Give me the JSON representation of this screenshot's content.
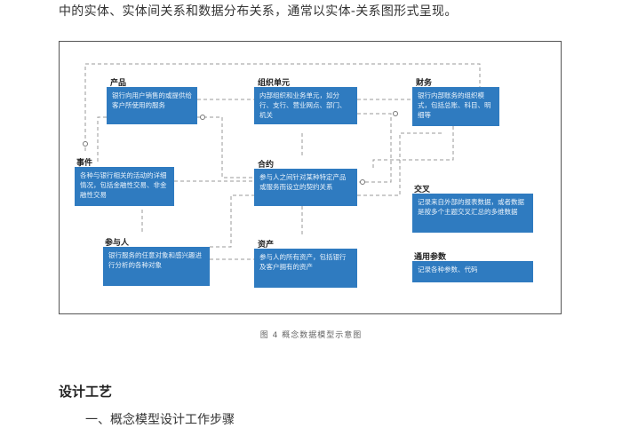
{
  "intro_text": "中的实体、实体间关系和数据分布关系，通常以实体-关系图形式呈现。",
  "entities": {
    "product": {
      "label": "产品",
      "desc": "银行向用户销售的或提供给客户所使用的服务"
    },
    "org": {
      "label": "组织单元",
      "desc": "内部组织和业务单元，如分行、支行、营业网点、部门、机关"
    },
    "finance": {
      "label": "财务",
      "desc": "银行内部账务的组织模式，包括总账、科目、明细等"
    },
    "event": {
      "label": "事件",
      "desc": "各种与银行相关的活动的详细情况，包括金融性交易、非金融性交易"
    },
    "contract": {
      "label": "合约",
      "desc": "参与人之间针对某种特定产品或服务而设立的契约关系"
    },
    "cross": {
      "label": "交叉",
      "desc": "记录来自外部的报表数据，或者数据是按多个主题交叉汇总的多维数据"
    },
    "party": {
      "label": "参与人",
      "desc": "银行服务的任意对象和感兴趣进行分析的各种对象"
    },
    "asset": {
      "label": "资产",
      "desc": "参与人的所有资产，包括银行及客户拥有的资产"
    },
    "common": {
      "label": "通用参数",
      "desc": "记录各种参数、代码"
    }
  },
  "caption": "图 4 概念数据模型示意图",
  "section_heading": "设计工艺",
  "cutoff_text": "一、概念模型设计工作步骤"
}
